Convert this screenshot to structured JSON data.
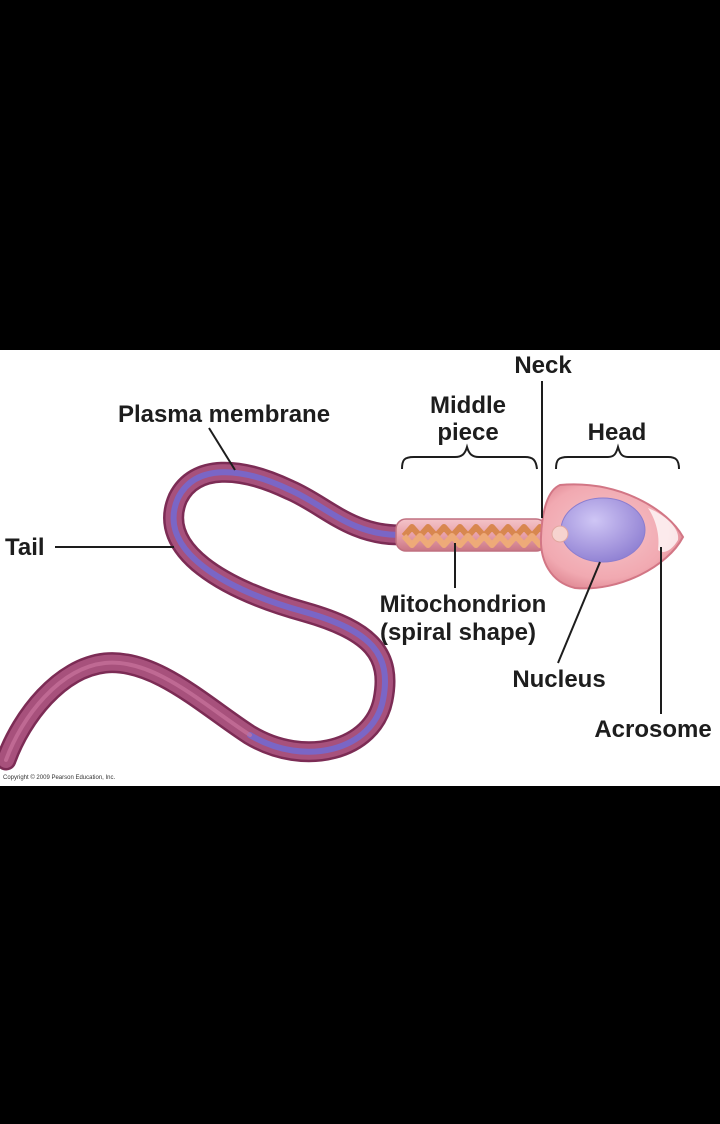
{
  "labels": {
    "neck": "Neck",
    "middle_piece_line1": "Middle",
    "middle_piece_line2": "piece",
    "head": "Head",
    "plasma_membrane": "Plasma membrane",
    "tail": "Tail",
    "mitochondrion_line1": "Mitochondrion",
    "mitochondrion_line2": "(spiral shape)",
    "nucleus": "Nucleus",
    "acrosome": "Acrosome"
  },
  "copyright": "Copyright © 2009 Pearson Education, Inc.",
  "colors": {
    "background": "#000000",
    "panel": "#ffffff",
    "tail_outer": "#9a3f6d",
    "tail_inner": "#7560bd",
    "head": "#f4b3b9",
    "nucleus": "#a99be0",
    "mitochondrion": "#e69a66"
  }
}
